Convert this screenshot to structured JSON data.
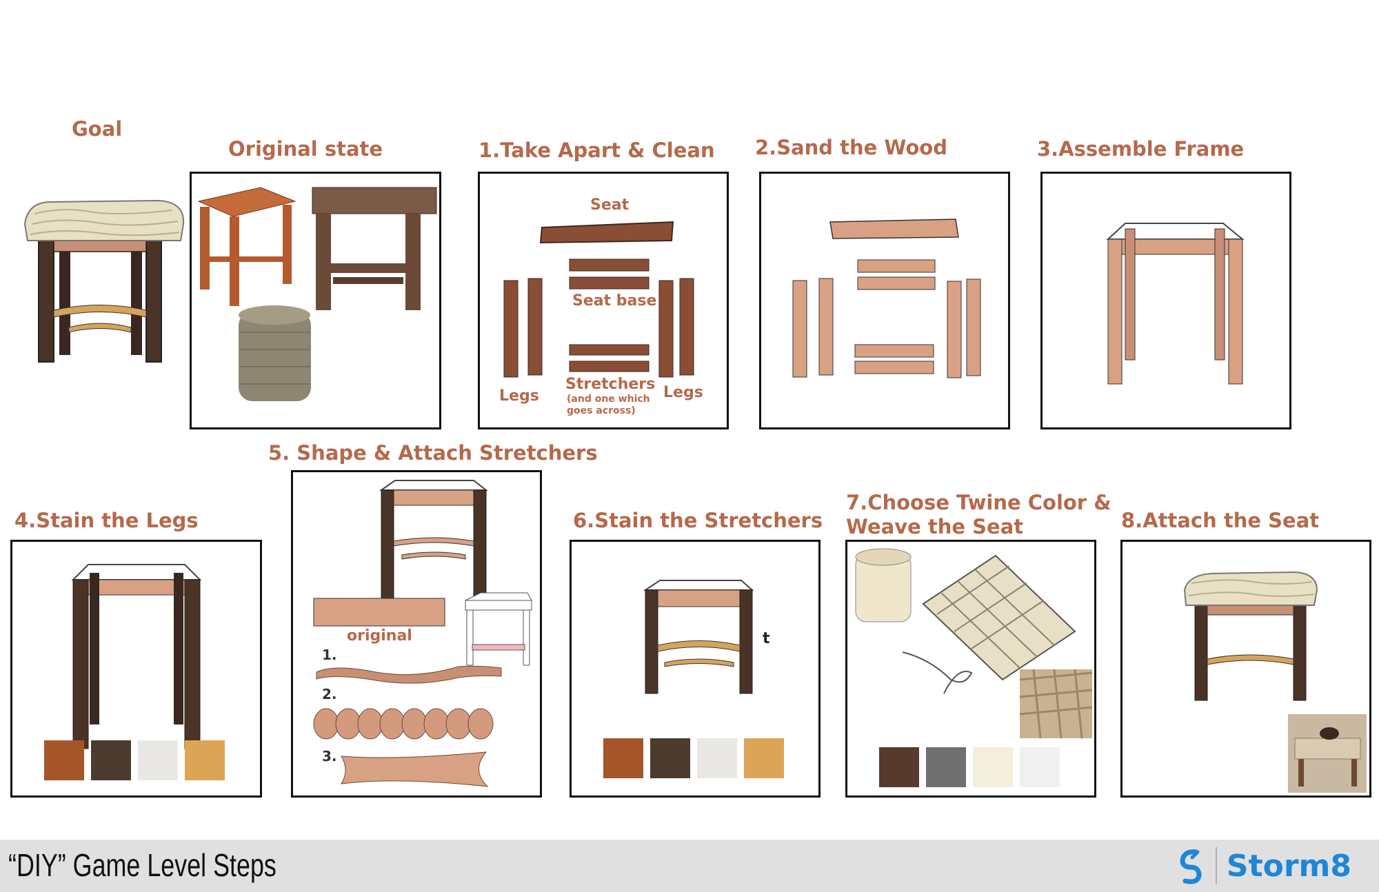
{
  "titles": {
    "goal": "Goal",
    "original": "Original state",
    "step1": "1.Take Apart & Clean",
    "step2": "2.Sand the Wood",
    "step3": "3.Assemble Frame",
    "step4": "4.Stain the Legs",
    "step5": "5. Shape & Attach Stretchers",
    "step6": "6.Stain the Stretchers",
    "step7_line1": "7.Choose Twine Color &",
    "step7_line2": "Weave the Seat",
    "step8": "8.Attach the Seat"
  },
  "step1_labels": {
    "seat": "Seat",
    "seat_base": "Seat base",
    "legs_left": "Legs",
    "legs_right": "Legs",
    "stretchers": "Stretchers",
    "stretchers_note_1": "(and one which",
    "stretchers_note_2": "goes across)"
  },
  "step5_labels": {
    "original": "original",
    "n1": "1.",
    "n2": "2.",
    "n3": "3."
  },
  "step6_stray": "t",
  "colors": {
    "accent": "#b5694b",
    "wood_light": "#d9a184",
    "wood_dark": "#4a3327",
    "twine": "#e8e0c4"
  },
  "swatches_stain": [
    "#a5552a",
    "#4b3b2f",
    "#eae8e4",
    "#dca457"
  ],
  "swatches_twine": [
    "#573a2d",
    "#707070",
    "#f4efdc",
    "#f0f0f0"
  ],
  "footer": {
    "title": "“DIY” Game Level Steps",
    "brand": "Storm8",
    "brand_icon": "storm8-logo-icon"
  }
}
